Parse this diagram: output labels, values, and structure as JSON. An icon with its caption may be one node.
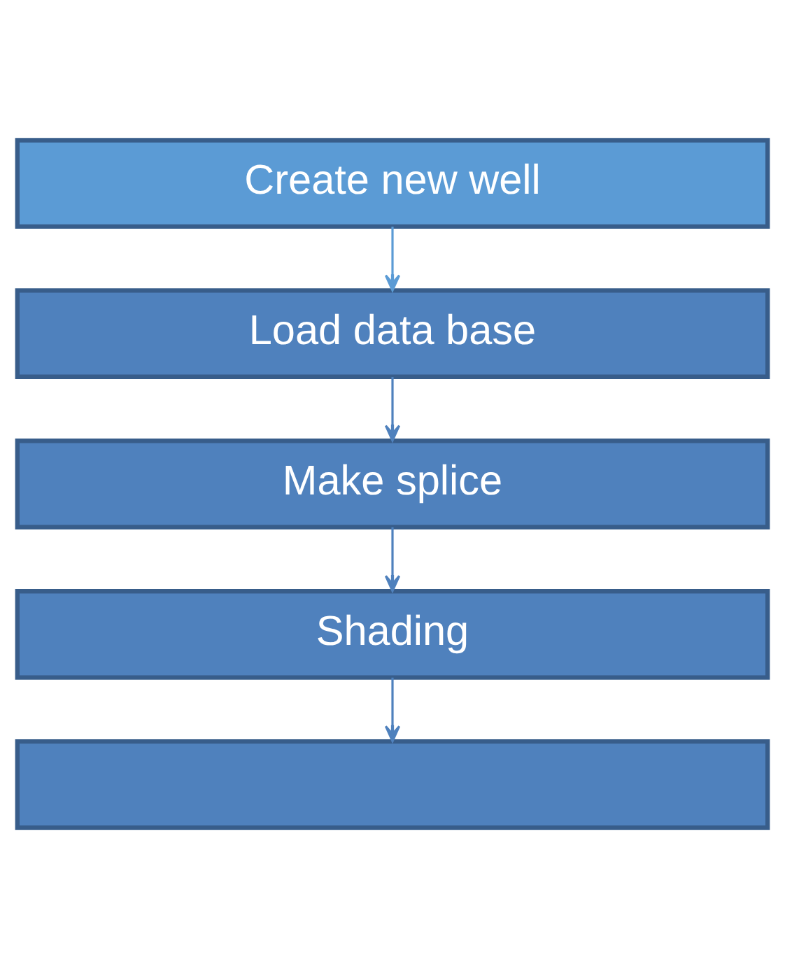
{
  "diagram": {
    "nodes": [
      {
        "text": [
          "Create new well"
        ]
      },
      {
        "text": [
          "Load data base"
        ]
      },
      {
        "text": [
          "Make splice"
        ]
      },
      {
        "text": [
          "Shading"
        ]
      },
      {
        "text": [],
        "shape": "box"
      }
    ],
    "edges": [
      {
        "from": 0,
        "to": 1,
        "arrow": "to"
      },
      {
        "from": 1,
        "to": 2,
        "arrow": "to"
      },
      {
        "from": 2,
        "to": 3,
        "arrow": "to"
      },
      {
        "from": 3,
        "to": 4,
        "arrow": "to"
      }
    ]
  }
}
